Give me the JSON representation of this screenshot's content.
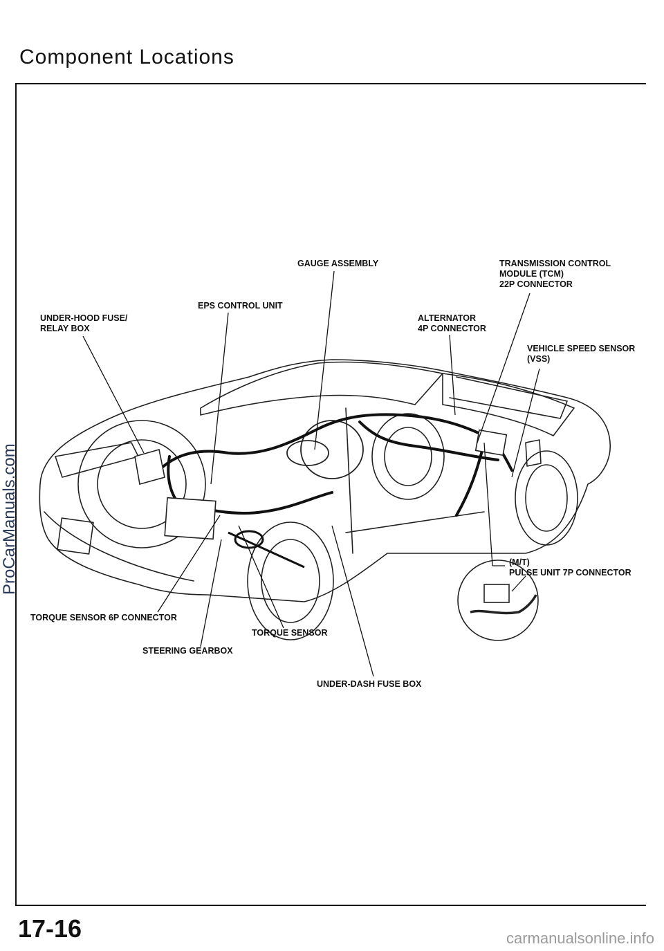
{
  "page": {
    "title": "Component Locations",
    "page_number": "17-16",
    "watermark_side": "ProCarManuals.com",
    "watermark_bottom": "carmanualsonline.info"
  },
  "labels": {
    "gauge_assembly": "GAUGE ASSEMBLY",
    "tcm_line1": "TRANSMISSION CONTROL",
    "tcm_line2": "MODULE (TCM)",
    "tcm_line3": "22P CONNECTOR",
    "eps_control_unit": "EPS CONTROL UNIT",
    "underhood_line1": "UNDER-HOOD FUSE/",
    "underhood_line2": "RELAY BOX",
    "alternator_line1": "ALTERNATOR",
    "alternator_line2": "4P CONNECTOR",
    "vss_line1": "VEHICLE SPEED SENSOR",
    "vss_line2": "(VSS)",
    "pulse_line1": "(M/T)",
    "pulse_line2": "PULSE UNIT 7P CONNECTOR",
    "torque_sensor_6p": "TORQUE SENSOR 6P CONNECTOR",
    "torque_sensor": "TORQUE SENSOR",
    "steering_gearbox": "STEERING GEARBOX",
    "underdash_fuse_box": "UNDER-DASH FUSE BOX"
  }
}
